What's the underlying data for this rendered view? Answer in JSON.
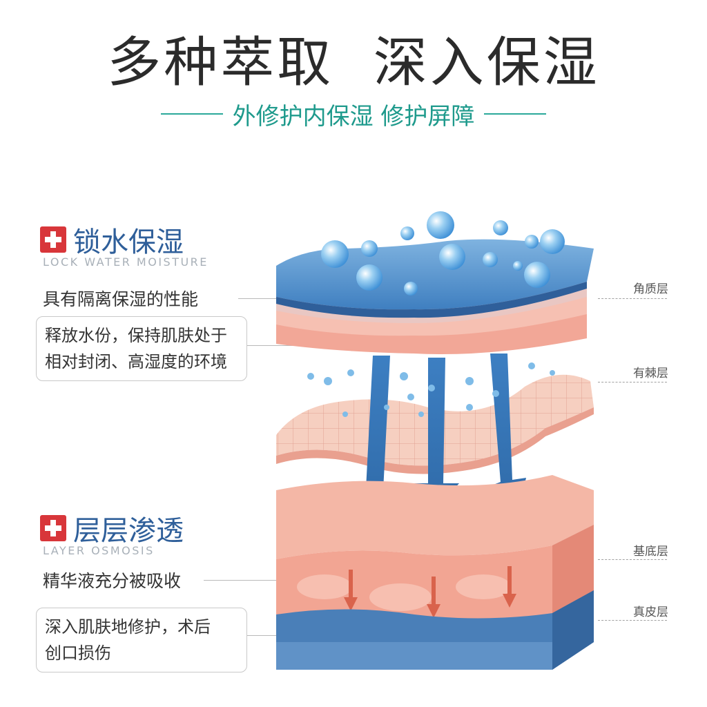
{
  "header": {
    "title": "多种萃取  深入保湿",
    "subtitle": "外修护内保湿 修护屏障"
  },
  "sections": [
    {
      "title": "锁水保湿",
      "title_en": "LOCK WATER MOISTURE",
      "note": "具有隔离保湿的性能",
      "box_note": [
        "释放水份，保持肌肤处于",
        "相对封闭、高湿度的环境"
      ]
    },
    {
      "title": "层层渗透",
      "title_en": "LAYER OSMOSIS",
      "note": "精华液充分被吸收",
      "box_note": [
        "深入肌肤地修护，术后",
        "创口损伤"
      ]
    }
  ],
  "layers": [
    "角质层",
    "有棘层",
    "基底层",
    "真皮层"
  ],
  "colors": {
    "accent_red": "#d8363a",
    "title_blue": "#2f5f9a",
    "teal": "#1e9a8c",
    "skin_pink": "#f3b1a2",
    "dermis_blue": "#4a7fb8"
  }
}
